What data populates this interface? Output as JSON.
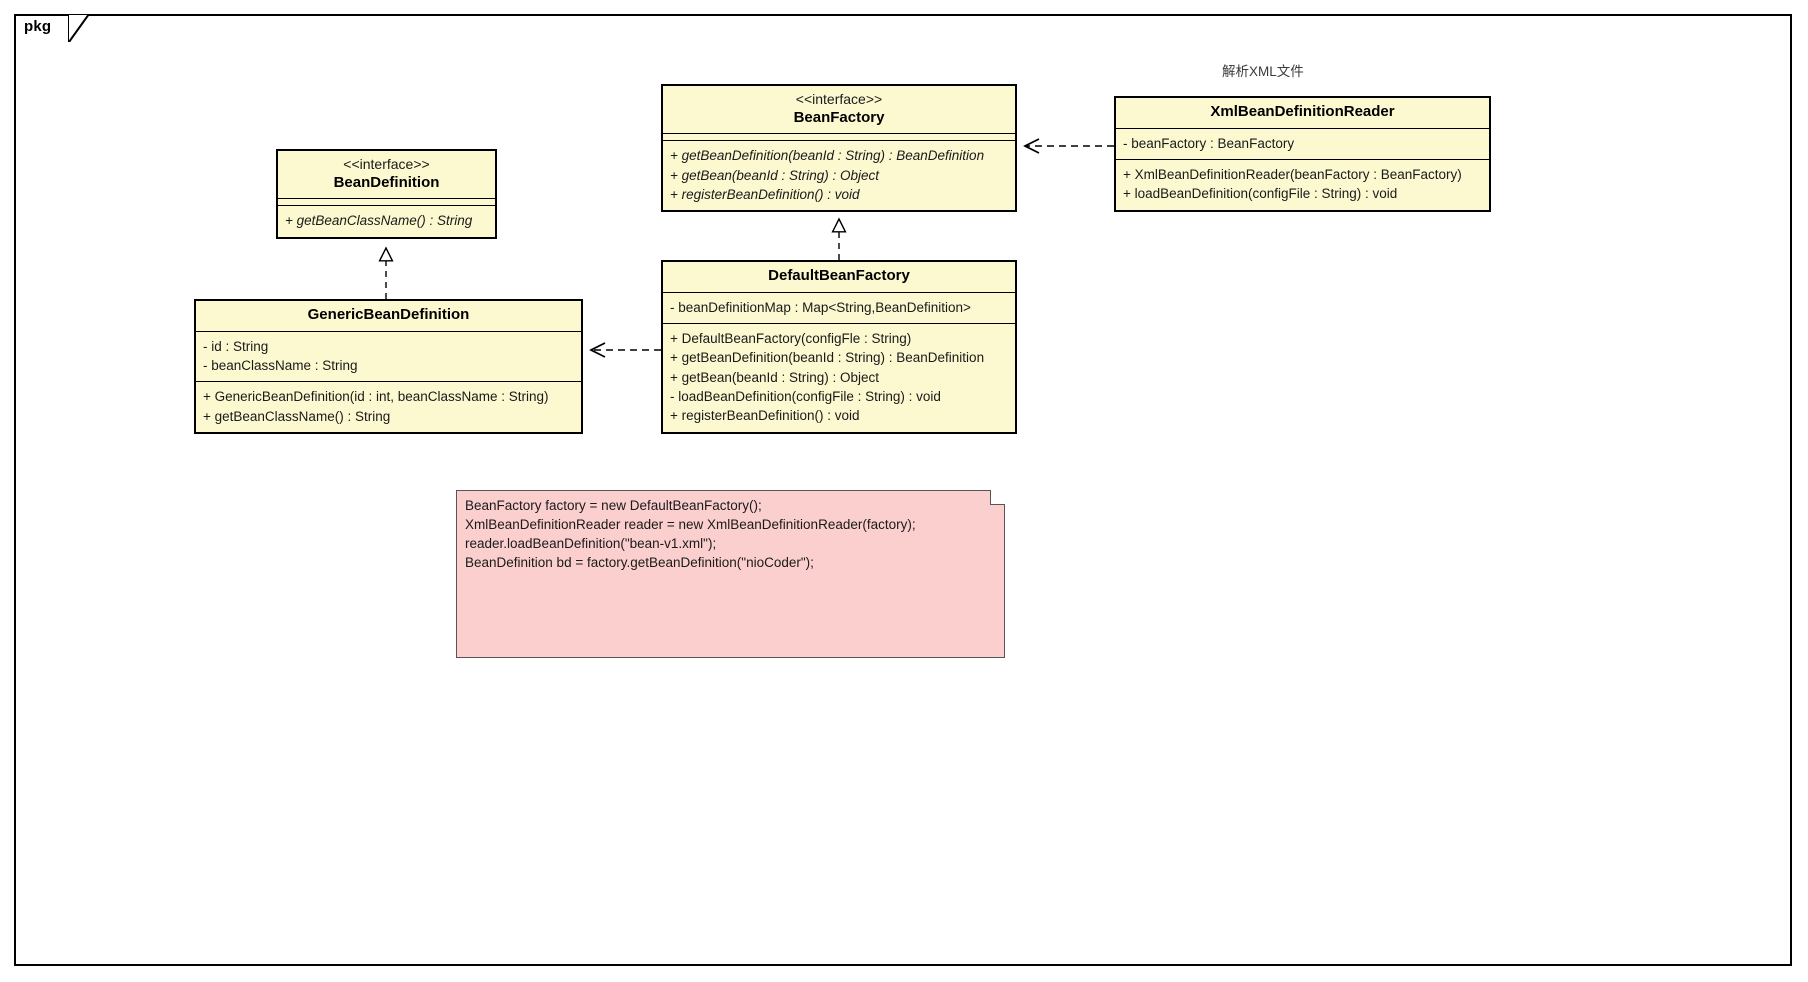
{
  "diagram": {
    "package_label": "pkg",
    "annotation": "解析XML文件",
    "colors": {
      "class_fill": "#fcf8d0",
      "note_fill": "#fbcfce",
      "border": "#000000",
      "canvas": "#ffffff"
    }
  },
  "classes": {
    "bean_definition": {
      "stereotype": "<<interface>>",
      "name": "BeanDefinition",
      "attributes": [],
      "methods": [
        "+ getBeanClassName() : String"
      ]
    },
    "bean_factory": {
      "stereotype": "<<interface>>",
      "name": "BeanFactory",
      "attributes": [],
      "methods": [
        "+ getBeanDefinition(beanId : String) : BeanDefinition",
        "+ getBean(beanId : String) : Object",
        "+ registerBeanDefinition() : void"
      ]
    },
    "xml_bean_definition_reader": {
      "stereotype": "",
      "name": "XmlBeanDefinitionReader",
      "attributes": [
        "- beanFactory : BeanFactory"
      ],
      "methods": [
        "+ XmlBeanDefinitionReader(beanFactory : BeanFactory)",
        "+ loadBeanDefinition(configFile : String) : void"
      ]
    },
    "generic_bean_definition": {
      "stereotype": "",
      "name": "GenericBeanDefinition",
      "attributes": [
        "- id : String",
        "- beanClassName : String"
      ],
      "methods": [
        "+ GenericBeanDefinition(id : int, beanClassName : String)",
        "+ getBeanClassName() : String"
      ]
    },
    "default_bean_factory": {
      "stereotype": "",
      "name": "DefaultBeanFactory",
      "attributes": [
        "- beanDefinitionMap : Map<String,BeanDefinition>"
      ],
      "methods": [
        "+ DefaultBeanFactory(configFle : String)",
        "+ getBeanDefinition(beanId : String) : BeanDefinition",
        "+ getBean(beanId : String) : Object",
        "- loadBeanDefinition(configFile : String) : void",
        "+ registerBeanDefinition() : void"
      ]
    }
  },
  "note": {
    "lines": [
      "BeanFactory factory = new DefaultBeanFactory();",
      "XmlBeanDefinitionReader reader = new XmlBeanDefinitionReader(factory);",
      "reader.loadBeanDefinition(\"bean-v1.xml\");",
      "BeanDefinition bd = factory.getBeanDefinition(\"nioCoder\");"
    ]
  },
  "relations": [
    {
      "name": "generic-implements-bean-definition",
      "from": "GenericBeanDefinition",
      "to": "BeanDefinition",
      "type": "realization"
    },
    {
      "name": "default-implements-bean-factory",
      "from": "DefaultBeanFactory",
      "to": "BeanFactory",
      "type": "realization"
    },
    {
      "name": "reader-depends-bean-factory",
      "from": "XmlBeanDefinitionReader",
      "to": "BeanFactory",
      "type": "dependency"
    },
    {
      "name": "default-depends-generic",
      "from": "DefaultBeanFactory",
      "to": "GenericBeanDefinition",
      "type": "dependency"
    }
  ]
}
